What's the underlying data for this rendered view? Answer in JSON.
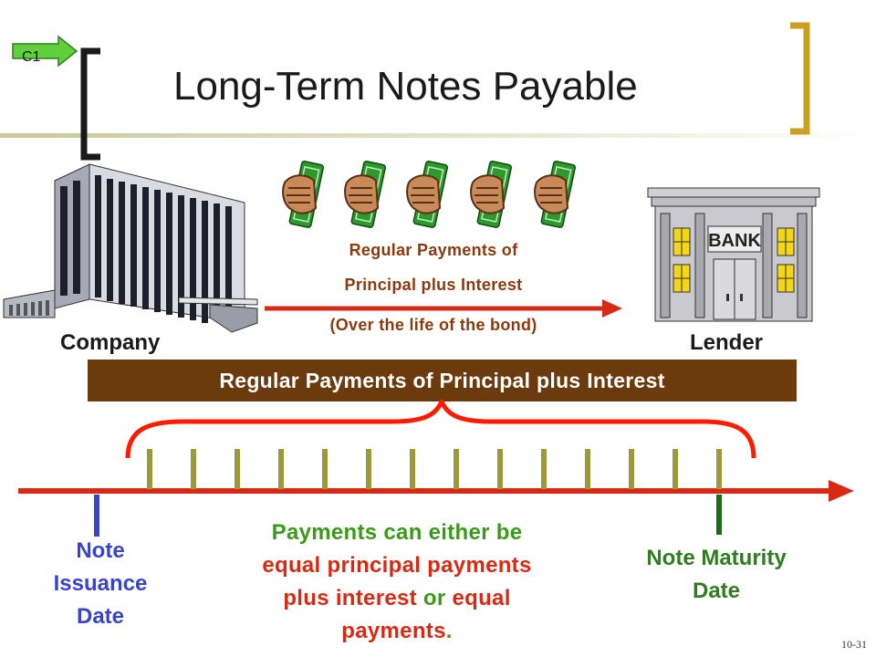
{
  "badge": {
    "label": "C1"
  },
  "title": "Long-Term Notes Payable",
  "company": {
    "label": "Company"
  },
  "lender": {
    "label": "Lender",
    "sign": "BANK"
  },
  "top_caption": {
    "line1": "Regular Payments of",
    "line2": "Principal plus Interest",
    "line3": "(Over the life of the bond)"
  },
  "banner": "Regular Payments of Principal plus Interest",
  "timeline": {
    "start_label_1": "Note",
    "start_label_2": "Issuance",
    "start_label_3": "Date",
    "end_label_1": "Note Maturity",
    "end_label_2": "Date",
    "payment_tick_count": 14
  },
  "explanation": {
    "part1": "Payments can either be",
    "part2": "equal principal payments",
    "part3": "plus interest",
    "part4": " or ",
    "part5": "equal",
    "part6": "payments",
    "part7": "."
  },
  "slide_number": "10-31",
  "colors": {
    "brown": "#6b3a0d",
    "red": "#d62a14",
    "green": "#3a9a1a",
    "blue": "#3a44c8",
    "olive": "#9a9a3a",
    "gold": "#d4a017"
  }
}
